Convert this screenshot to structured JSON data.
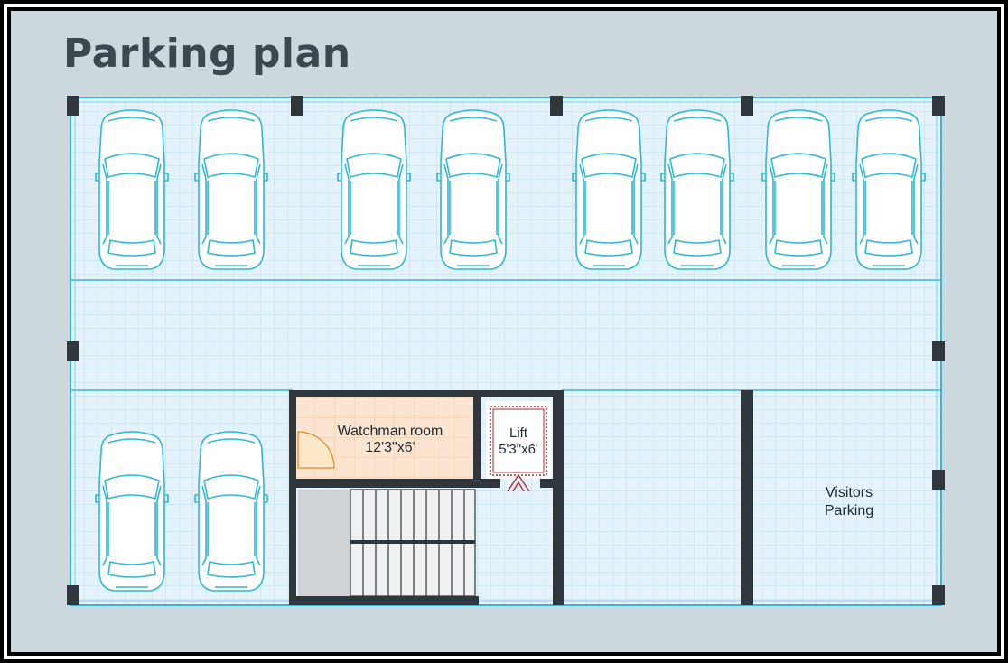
{
  "title": "Parking plan",
  "rooms": {
    "watchman": {
      "name": "Watchman room",
      "size": "12'3\"x6'"
    },
    "lift": {
      "name": "Lift",
      "size": "5'3\"x6'"
    },
    "visitors": {
      "line1": "Visitors",
      "line2": "Parking"
    }
  },
  "colors": {
    "background": "#cdd7de",
    "floor": "#e3f2fb",
    "grid": "#b9dcef",
    "outline": "#35b6d4",
    "wall": "#2f373d",
    "watchman_floor": "#fbe5d0",
    "lift_accent": "#b02a2a",
    "stairs": "#d0d3d6"
  }
}
